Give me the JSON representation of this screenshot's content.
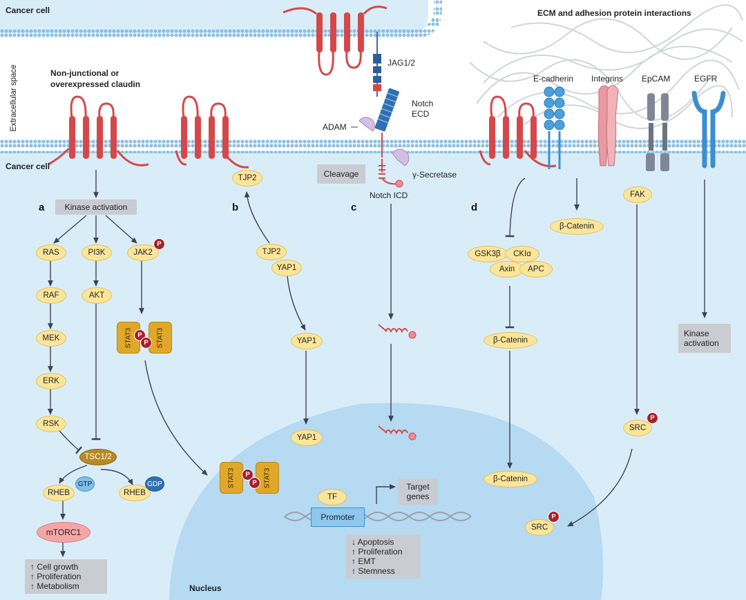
{
  "regions": {
    "top_cell": "Cancer cell",
    "extracellular": "Extracellular space",
    "bottom_cell": "Cancer cell",
    "nucleus": "Nucleus",
    "ecm_title": "ECM and adhesion protein interactions",
    "claudin_title_line1": "Non-junctional or",
    "claudin_title_line2": "overexpressed claudin"
  },
  "panel_letters": [
    "a",
    "b",
    "c",
    "d"
  ],
  "panel_a": {
    "kinase_activation": "Kinase activation",
    "ras": "RAS",
    "raf": "RAF",
    "mek": "MEK",
    "erk": "ERK",
    "rsk": "RSK",
    "pi3k": "PI3K",
    "akt": "AKT",
    "jak2": "JAK2",
    "stat3": "STAT3",
    "p": "P",
    "tsc": "TSC1/2",
    "rheb": "RHEB",
    "gtp": "GTP",
    "gdp": "GDP",
    "mtorc1": "mTORC1",
    "outcomes": [
      "↑ Cell growth",
      "↑ Proliferation",
      "↑ Metabolism"
    ]
  },
  "panel_b": {
    "tjp2": "TJP2",
    "yap1": "YAP1"
  },
  "panel_c": {
    "jag": "JAG1/2",
    "notch_ecd_1": "Notch",
    "notch_ecd_2": "ECD",
    "adam": "ADAM",
    "gamma": "γ-Secretase",
    "cleavage": "Cleavage",
    "notch_icd": "Notch ICD"
  },
  "panel_d": {
    "ecadherin": "E-cadherin",
    "integrins": "Integrins",
    "epcam": "EpCAM",
    "egfr": "EGFR",
    "b_catenin": "β-Catenin",
    "gsk": "GSK3β",
    "ck": "CKIα",
    "axin": "Axin",
    "apc": "APC",
    "fak": "FAK",
    "src": "SRC",
    "kinase_activation_1": "Kinase",
    "kinase_activation_2": "activation"
  },
  "nucleus": {
    "tf": "TF",
    "promoter": "Promoter",
    "target_1": "Target",
    "target_2": "genes",
    "outcomes": [
      "↓ Apoptosis",
      "↑ Proliferation",
      "↑ EMT",
      "↑ Stemness"
    ]
  },
  "colors": {
    "membrane": "#7fb6dc",
    "cytoplasm": "#d9edf8",
    "nucleus": "#b5daf2",
    "claudin": "#d4484b",
    "oval": "#fbe59a",
    "box": "#c9ccd3",
    "phospho": "#a8202b",
    "stat3": "#e0a82a",
    "arrow": "#3a4256"
  }
}
